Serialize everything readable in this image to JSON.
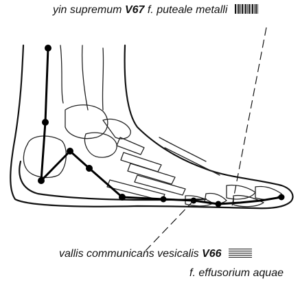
{
  "labels": {
    "top_name": "yin supremum",
    "top_code": "V67",
    "top_element": "f. puteale metalli",
    "bottom_name": "vallis communicans vesicalis",
    "bottom_code": "V66",
    "bottom_element": "f. effusorium aquae"
  },
  "icons": {
    "metal_swatch": "metal-hatch-icon",
    "water_swatch": "water-wave-icon"
  }
}
